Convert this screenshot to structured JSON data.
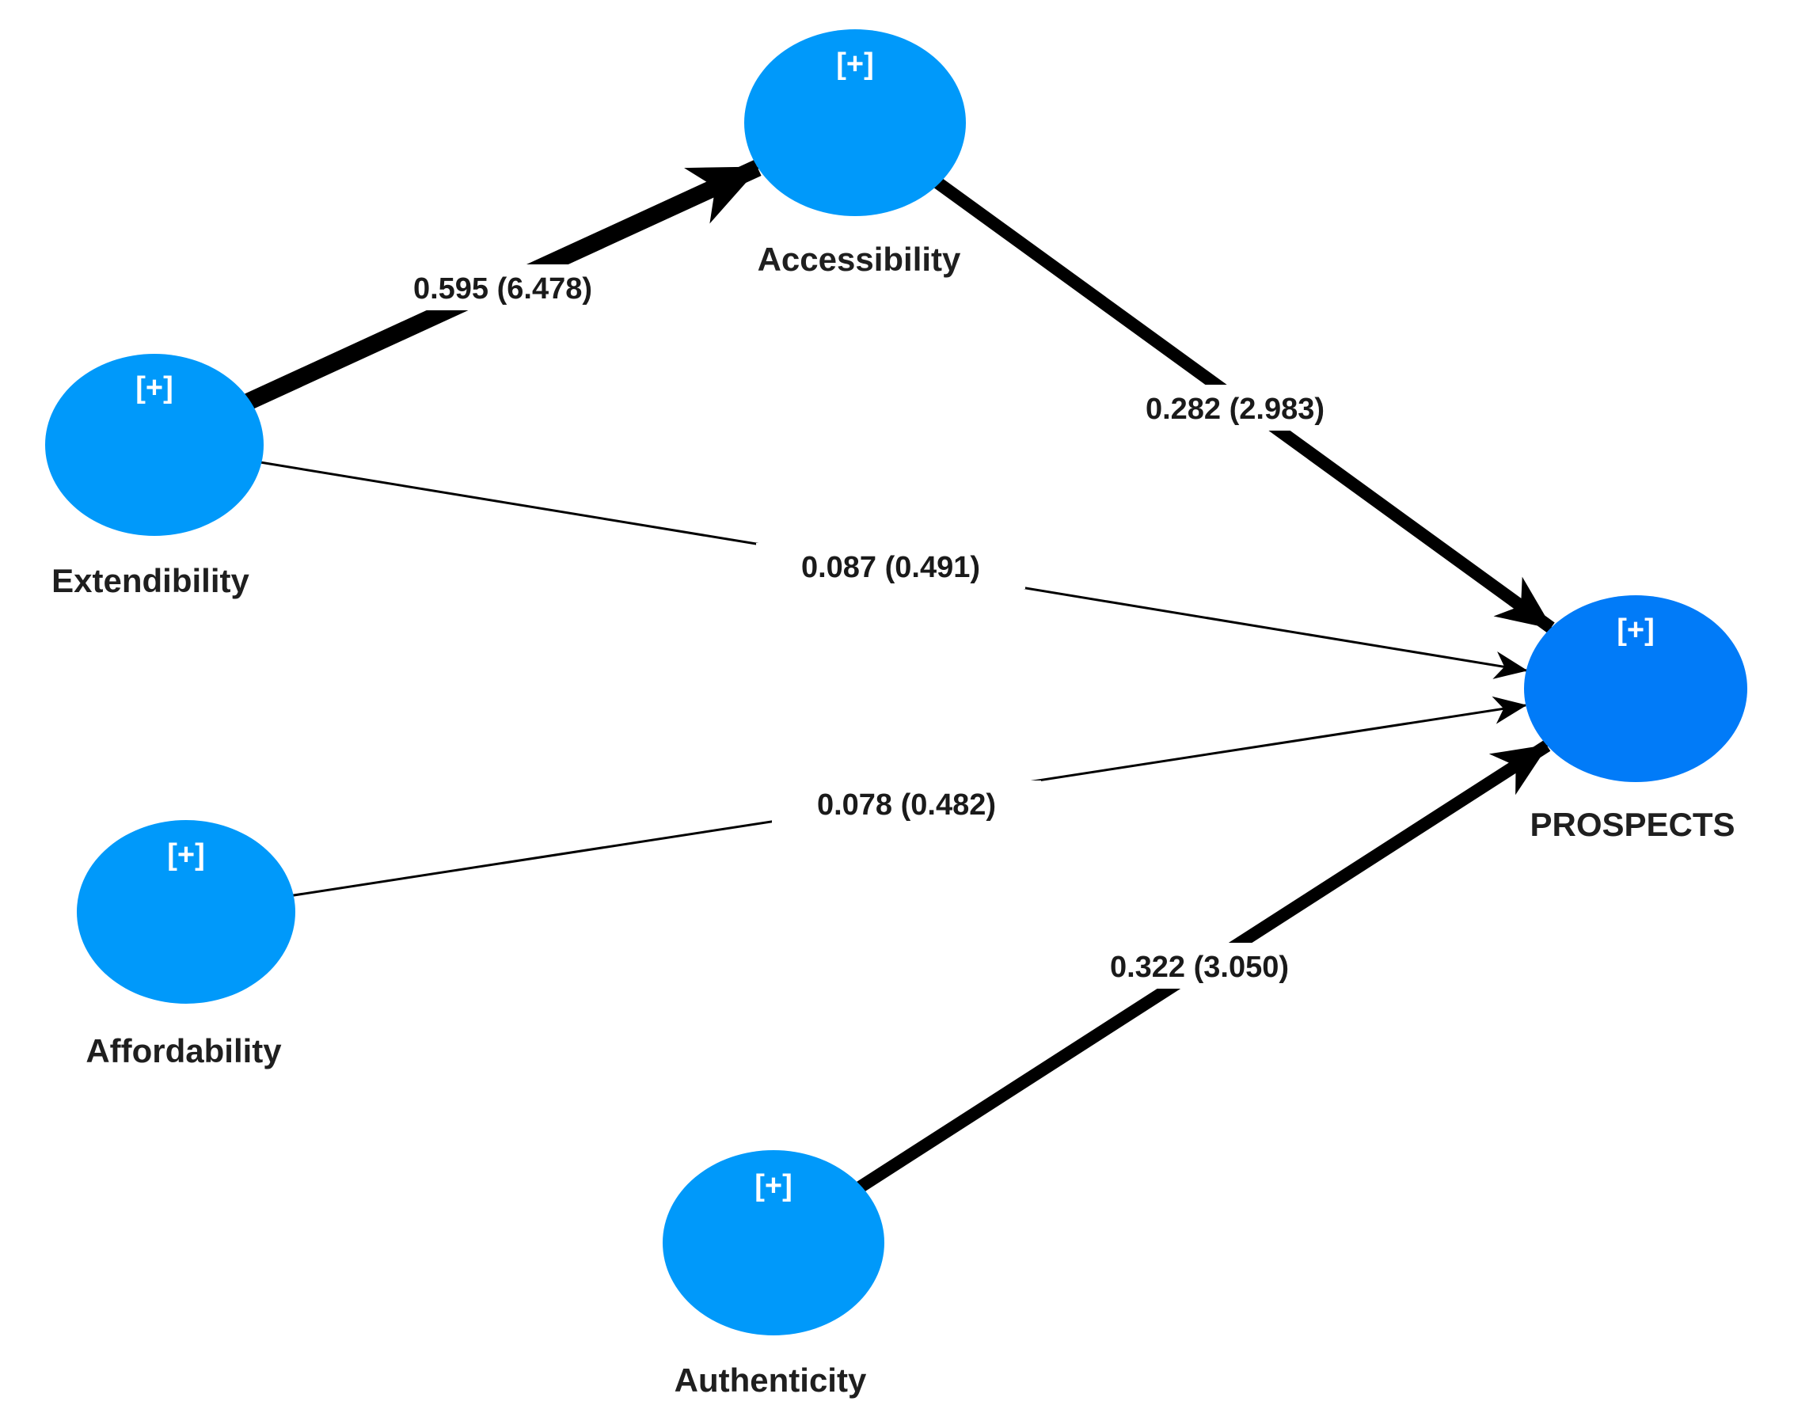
{
  "diagram": {
    "type": "sem-path-model",
    "background_color": "#ffffff",
    "node_fill": "#0099FA",
    "outcome_node_fill": "#017BF8",
    "edge_color": "#000000",
    "label_color": "#1a1a1a"
  },
  "nodes": {
    "accessibility": {
      "label": "Accessibility",
      "indicator": "[+]"
    },
    "extendibility": {
      "label": "Extendibility",
      "indicator": "[+]"
    },
    "affordability": {
      "label": "Affordability",
      "indicator": "[+]"
    },
    "authenticity": {
      "label": "Authenticity",
      "indicator": "[+]"
    },
    "prospects": {
      "label": "PROSPECTS",
      "indicator": "[+]"
    }
  },
  "edges": {
    "extendibility_accessibility": {
      "from": "Extendibility",
      "to": "Accessibility",
      "label": "0.595 (6.478)",
      "coefficient": 0.595,
      "t_value": 6.478,
      "weight": "extra-thick"
    },
    "accessibility_prospects": {
      "from": "Accessibility",
      "to": "PROSPECTS",
      "label": "0.282 (2.983)",
      "coefficient": 0.282,
      "t_value": 2.983,
      "weight": "thick"
    },
    "extendibility_prospects": {
      "from": "Extendibility",
      "to": "PROSPECTS",
      "label": "0.087 (0.491)",
      "coefficient": 0.087,
      "t_value": 0.491,
      "weight": "thin"
    },
    "affordability_prospects": {
      "from": "Affordability",
      "to": "PROSPECTS",
      "label": "0.078 (0.482)",
      "coefficient": 0.078,
      "t_value": 0.482,
      "weight": "thin"
    },
    "authenticity_prospects": {
      "from": "Authenticity",
      "to": "PROSPECTS",
      "label": "0.322 (3.050)",
      "coefficient": 0.322,
      "t_value": 3.05,
      "weight": "thick"
    }
  }
}
